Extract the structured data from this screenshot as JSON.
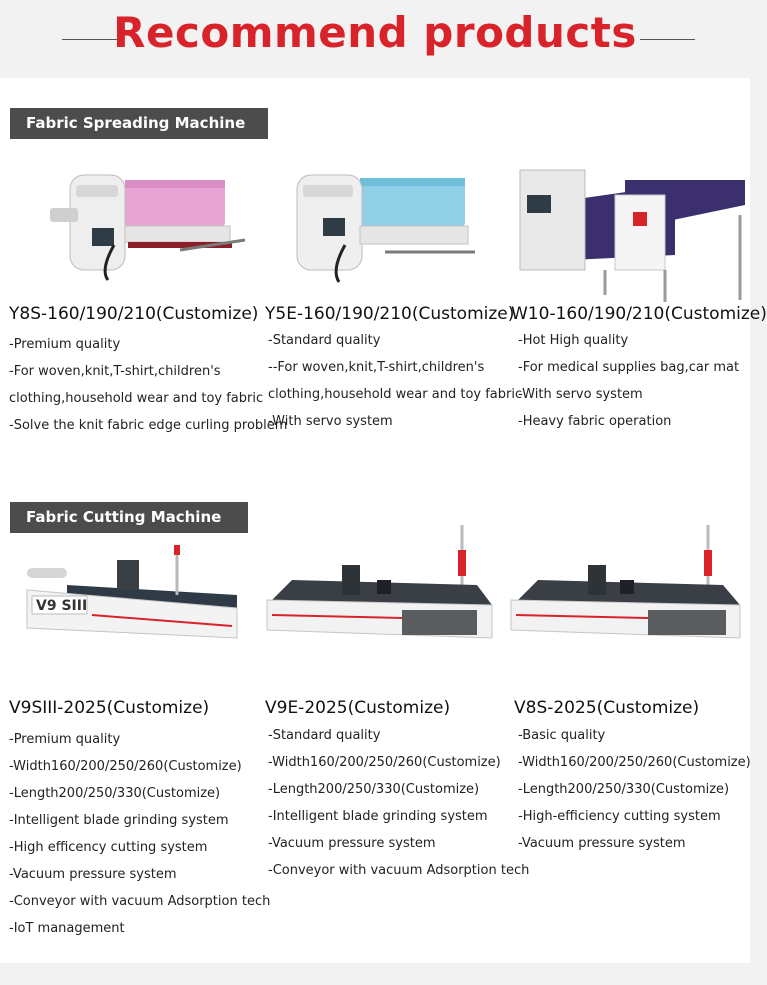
{
  "header": {
    "title": "Recommend products"
  },
  "spreading": {
    "label": "Fabric  Spreading Machine",
    "products": [
      {
        "title": "Y8S-160/190/210(Customize)",
        "features": [
          "-Premium quality",
          "-For woven,knit,T-shirt,children's",
          "clothing,household wear and toy fabric",
          "-Solve the knit fabric edge curling problem"
        ],
        "fabric_color": "#e8a5d4"
      },
      {
        "title": "Y5E-160/190/210(Customize)",
        "features": [
          "-Standard quality",
          "--For woven,knit,T-shirt,children's",
          "clothing,household wear and toy fabric",
          "-With servo system"
        ],
        "fabric_color": "#8fd0e6"
      },
      {
        "title": "W10-160/190/210(Customize)",
        "features": [
          "-Hot High quality",
          "-For medical supplies bag,car mat",
          "-With servo system",
          "-Heavy fabric operation"
        ],
        "fabric_color": "#3b2f6e"
      }
    ]
  },
  "cutting": {
    "label": "Fabric  Cutting Machine",
    "products": [
      {
        "title": "V9SIII-2025(Customize)",
        "features": [
          "-Premium quality",
          "-Width160/200/250/260(Customize)",
          "-Length200/250/330(Customize)",
          "-Intelligent blade grinding system",
          "-High efficency cutting system",
          "-Vacuum pressure system",
          "-Conveyor with vacuum Adsorption tech",
          "-IoT management"
        ],
        "badge": "V9 SIII"
      },
      {
        "title": "V9E-2025(Customize)",
        "features": [
          "-Standard quality",
          "-Width160/200/250/260(Customize)",
          "-Length200/250/330(Customize)",
          "-Intelligent blade grinding system",
          "-Vacuum pressure system",
          "-Conveyor with vacuum Adsorption tech"
        ]
      },
      {
        "title": "V8S-2025(Customize)",
        "features": [
          "-Basic quality",
          "-Width160/200/250/260(Customize)",
          "-Length200/250/330(Customize)",
          "-High-efficiency cutting system",
          "-Vacuum pressure system"
        ]
      }
    ]
  },
  "colors": {
    "brand_red": "#d9232a",
    "label_bg": "#4c4c4c"
  }
}
